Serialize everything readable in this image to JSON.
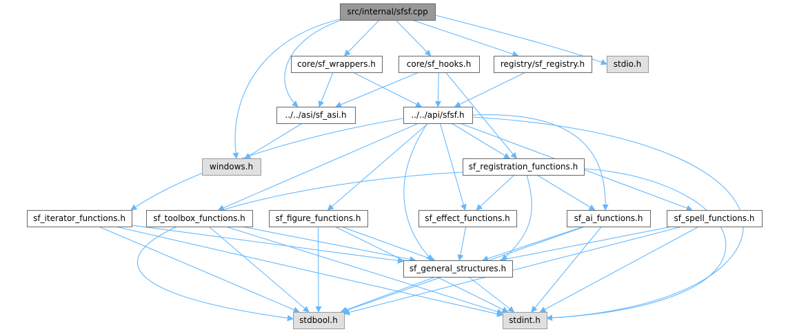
{
  "colors": {
    "edge": "#63b8ff",
    "root_fill": "#999999",
    "node_fill": "#ffffff",
    "external_fill": "#e0e0e0",
    "border": "#666666"
  },
  "nodes": [
    {
      "id": "sfsf_cpp",
      "label": "src/internal/sfsf.cpp",
      "kind": "root"
    },
    {
      "id": "sf_wrappers",
      "label": "core/sf_wrappers.h",
      "kind": "normal"
    },
    {
      "id": "sf_hooks",
      "label": "core/sf_hooks.h",
      "kind": "normal"
    },
    {
      "id": "sf_registry",
      "label": "registry/sf_registry.h",
      "kind": "normal"
    },
    {
      "id": "stdio",
      "label": "stdio.h",
      "kind": "external"
    },
    {
      "id": "sf_asi",
      "label": "../../asi/sf_asi.h",
      "kind": "normal"
    },
    {
      "id": "sfsf_h",
      "label": "../../api/sfsf.h",
      "kind": "normal"
    },
    {
      "id": "windows",
      "label": "windows.h",
      "kind": "external"
    },
    {
      "id": "sf_registration",
      "label": "sf_registration_functions.h",
      "kind": "normal"
    },
    {
      "id": "sf_iterator",
      "label": "sf_iterator_functions.h",
      "kind": "normal"
    },
    {
      "id": "sf_toolbox",
      "label": "sf_toolbox_functions.h",
      "kind": "normal"
    },
    {
      "id": "sf_figure",
      "label": "sf_figure_functions.h",
      "kind": "normal"
    },
    {
      "id": "sf_effect",
      "label": "sf_effect_functions.h",
      "kind": "normal"
    },
    {
      "id": "sf_ai",
      "label": "sf_ai_functions.h",
      "kind": "normal"
    },
    {
      "id": "sf_spell",
      "label": "sf_spell_functions.h",
      "kind": "normal"
    },
    {
      "id": "sf_general",
      "label": "sf_general_structures.h",
      "kind": "normal"
    },
    {
      "id": "stdbool",
      "label": "stdbool.h",
      "kind": "external"
    },
    {
      "id": "stdint",
      "label": "stdint.h",
      "kind": "external"
    }
  ],
  "edges": [
    [
      "sfsf_cpp",
      "sf_wrappers"
    ],
    [
      "sfsf_cpp",
      "sf_hooks"
    ],
    [
      "sfsf_cpp",
      "sf_registry"
    ],
    [
      "sfsf_cpp",
      "stdio"
    ],
    [
      "sfsf_cpp",
      "sf_asi"
    ],
    [
      "sfsf_cpp",
      "windows"
    ],
    [
      "sf_wrappers",
      "sf_asi"
    ],
    [
      "sf_wrappers",
      "sfsf_h"
    ],
    [
      "sf_hooks",
      "sf_asi"
    ],
    [
      "sf_hooks",
      "sfsf_h"
    ],
    [
      "sf_hooks",
      "sf_registration"
    ],
    [
      "sf_registry",
      "sfsf_h"
    ],
    [
      "sf_asi",
      "windows"
    ],
    [
      "sfsf_h",
      "sf_registration"
    ],
    [
      "sfsf_h",
      "sf_iterator"
    ],
    [
      "sfsf_h",
      "sf_toolbox"
    ],
    [
      "sfsf_h",
      "sf_figure"
    ],
    [
      "sfsf_h",
      "sf_effect"
    ],
    [
      "sfsf_h",
      "sf_ai"
    ],
    [
      "sfsf_h",
      "sf_spell"
    ],
    [
      "sfsf_h",
      "sf_general"
    ],
    [
      "sfsf_h",
      "stdint"
    ],
    [
      "sf_registration",
      "sf_effect"
    ],
    [
      "sf_registration",
      "sf_ai"
    ],
    [
      "sf_registration",
      "sf_general"
    ],
    [
      "sf_registration",
      "stdbool"
    ],
    [
      "sf_registration",
      "stdint"
    ],
    [
      "sf_iterator",
      "sf_general"
    ],
    [
      "sf_iterator",
      "stdbool"
    ],
    [
      "sf_iterator",
      "stdint"
    ],
    [
      "sf_toolbox",
      "sf_general"
    ],
    [
      "sf_toolbox",
      "stdbool"
    ],
    [
      "sf_toolbox",
      "stdint"
    ],
    [
      "sf_figure",
      "sf_general"
    ],
    [
      "sf_figure",
      "stdbool"
    ],
    [
      "sf_figure",
      "stdint"
    ],
    [
      "sf_effect",
      "sf_general"
    ],
    [
      "sf_ai",
      "sf_general"
    ],
    [
      "sf_ai",
      "stdbool"
    ],
    [
      "sf_ai",
      "stdint"
    ],
    [
      "sf_spell",
      "sf_general"
    ],
    [
      "sf_spell",
      "stdbool"
    ],
    [
      "sf_spell",
      "stdint"
    ],
    [
      "sf_general",
      "stdbool"
    ],
    [
      "sf_general",
      "stdint"
    ]
  ]
}
